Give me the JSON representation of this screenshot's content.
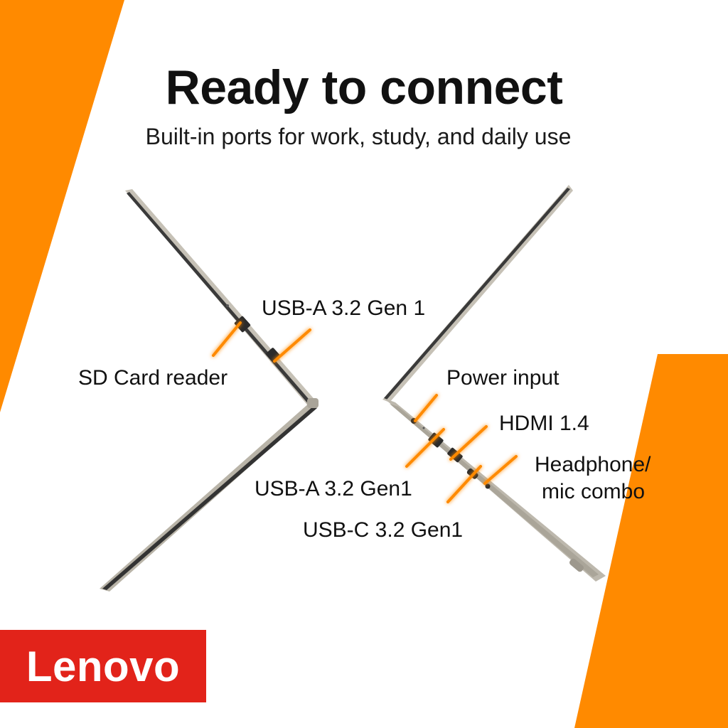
{
  "header": {
    "title": "Ready to connect",
    "subtitle": "Built-in ports for work, study, and daily use"
  },
  "ports": {
    "usb_a_top": "USB-A 3.2 Gen 1",
    "sd_card": "SD Card reader",
    "power": "Power input",
    "hdmi": "HDMI 1.4",
    "headphone_line1": "Headphone/",
    "headphone_line2": "mic combo",
    "usb_a_right": "USB-A 3.2 Gen1",
    "usb_c": "USB-C 3.2 Gen1"
  },
  "brand": {
    "logo": "Lenovo"
  },
  "colors": {
    "accent_orange": "#ff8a00",
    "lenovo_red": "#e2231a",
    "chassis": "#bdb8ad"
  }
}
